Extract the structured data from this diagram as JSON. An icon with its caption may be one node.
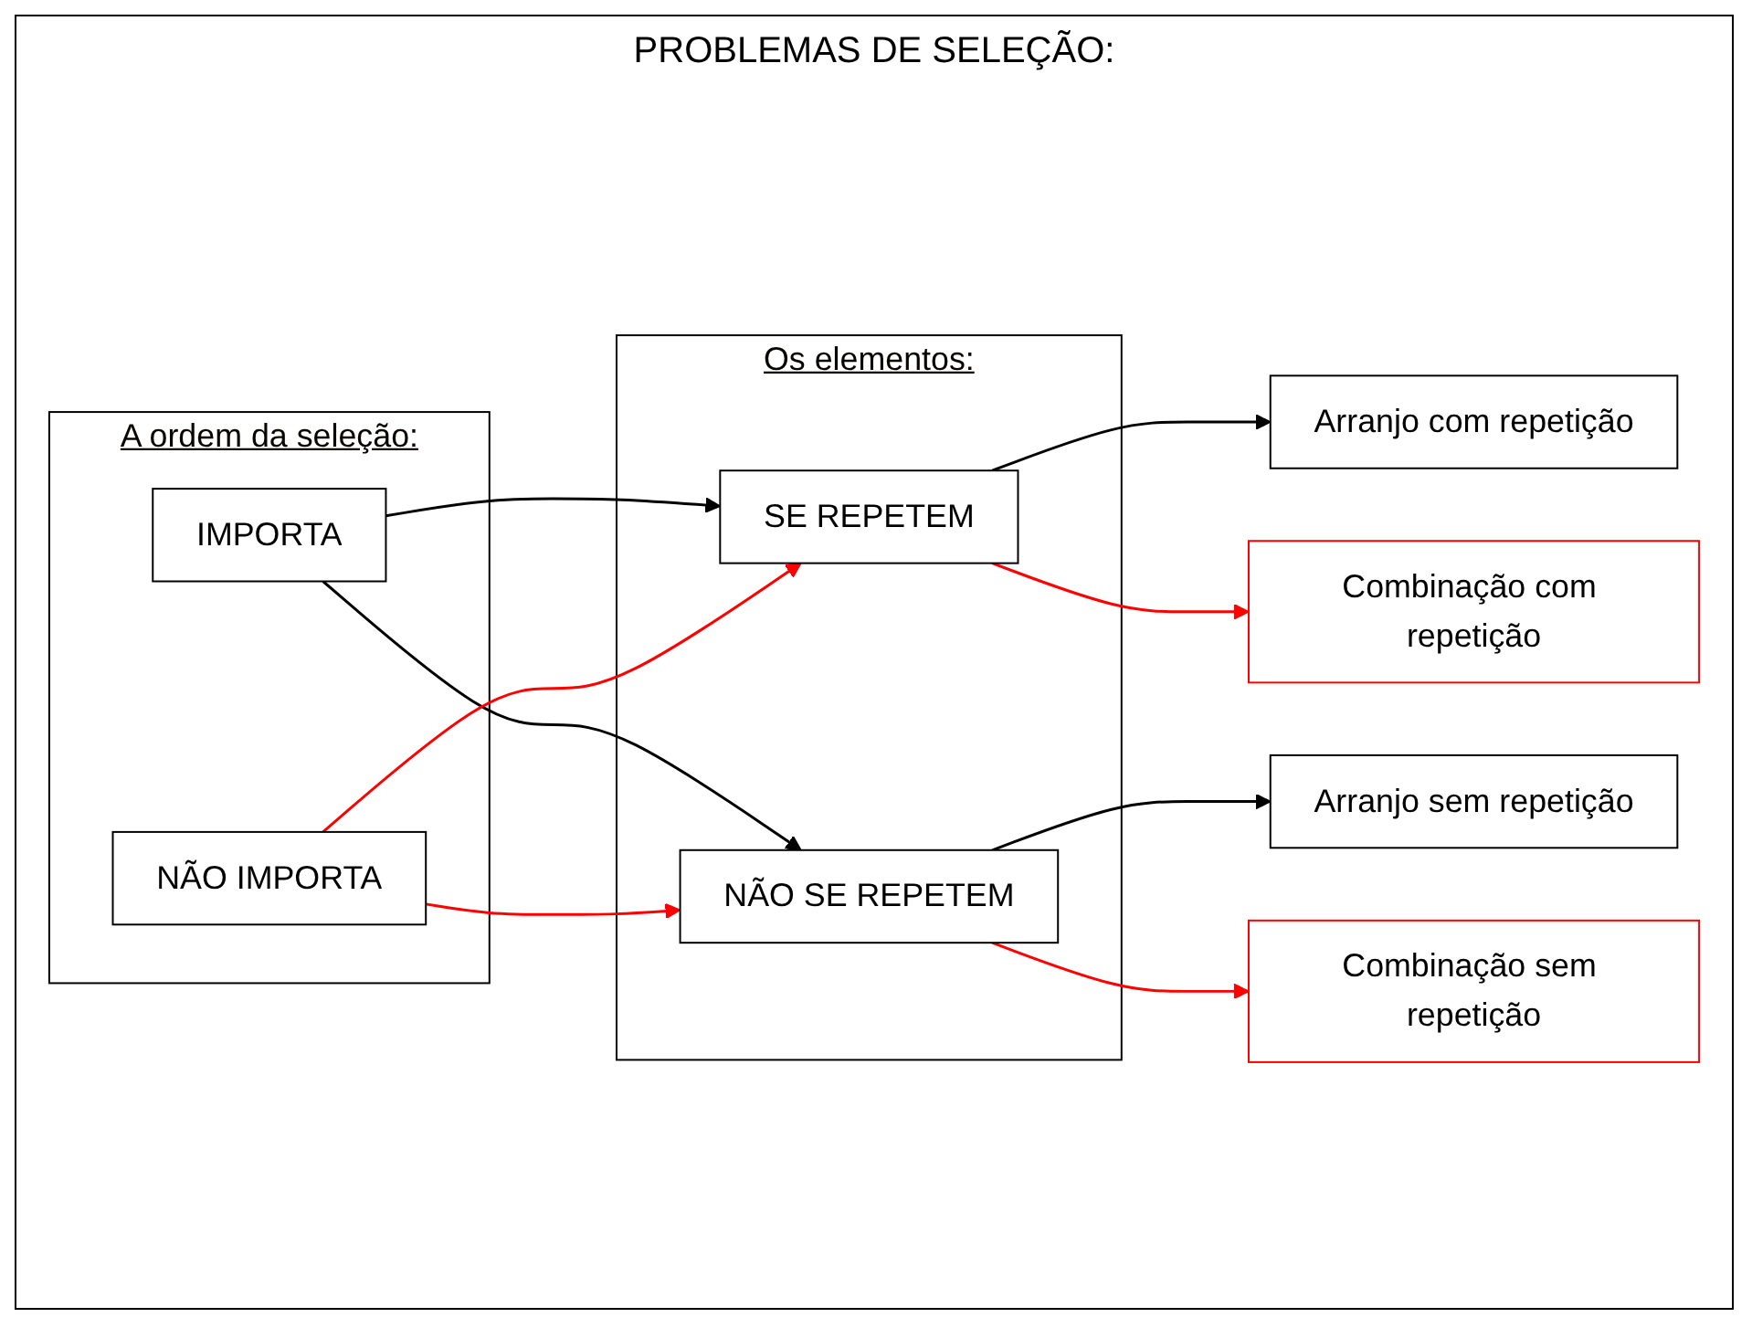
{
  "diagram": {
    "title": "PROBLEMAS DE SELEÇÃO:",
    "nodes": [
      {
        "text": [
          "A ordem da seleção:"
        ]
      },
      {
        "text": [
          "Os elementos:"
        ]
      },
      {
        "text": [
          "IMPORTA"
        ],
        "in": 0
      },
      {
        "text": [
          "NÃO IMPORTA"
        ],
        "in": 0
      },
      {
        "text": [
          "SE REPETEM"
        ],
        "in": 1
      },
      {
        "text": [
          "NÃO SE REPETEM"
        ],
        "in": 1
      },
      {
        "text": [
          "Arranjo com repetição"
        ]
      },
      {
        "text": [
          "Combinação com repetição"
        ]
      },
      {
        "text": [
          "Arranjo sem repetição"
        ]
      },
      {
        "text": [
          "Combinação sem repetição"
        ]
      }
    ],
    "edges": [
      {
        "from": 2,
        "to": 4,
        "arrow": "to"
      },
      {
        "from": 2,
        "to": 5,
        "arrow": "to"
      },
      {
        "from": 3,
        "to": 4,
        "arrow": "to",
        "color": "#ff0000"
      },
      {
        "from": 3,
        "to": 5,
        "arrow": "to",
        "color": "#ff0000"
      },
      {
        "from": 4,
        "to": 6,
        "arrow": "to"
      },
      {
        "from": 4,
        "to": 7,
        "arrow": "to",
        "color": "#ff0000"
      },
      {
        "from": 5,
        "to": 8,
        "arrow": "to"
      },
      {
        "from": 5,
        "to": 9,
        "arrow": "to",
        "color": "#ff0000"
      }
    ]
  }
}
